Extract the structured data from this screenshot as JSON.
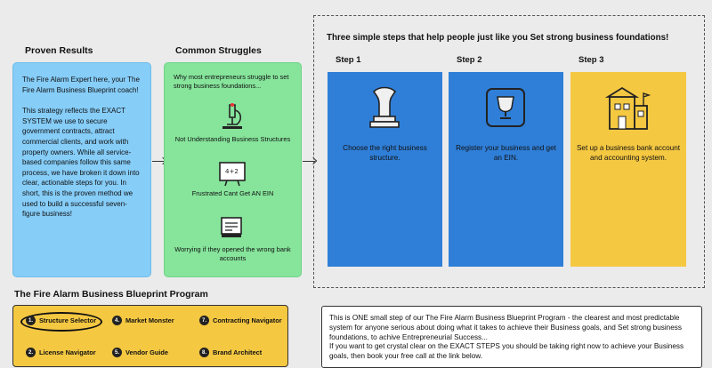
{
  "proven_results": {
    "heading": "Proven Results",
    "intro": "The Fire Alarm Expert here, your The Fire Alarm Business Blueprint coach!",
    "body": "This strategy reflects the EXACT SYSTEM we use to secure government contracts, attract commercial clients, and work with property owners. While all service-based companies follow this same  process, we have broken it down into clear, actionable steps for you. In short, this is the proven method we used to build a successful seven-figure business!"
  },
  "common_struggles": {
    "heading": "Common Struggles",
    "intro": "Why most entrepreneurs struggle to set strong business foundations...",
    "items": [
      {
        "label": "Not Understanding Business Structures",
        "icon": "microscope-icon"
      },
      {
        "label": "Frustrated Cant Get AN EIN",
        "icon": "math-board-icon"
      },
      {
        "label": "Worrying if they opened the wrong bank accounts",
        "icon": "documents-icon"
      }
    ]
  },
  "steps_section": {
    "heading": "Three simple steps that help people just like you Set strong business foundations!",
    "steps": [
      {
        "label": "Step 1",
        "text": "Choose the right business structure.",
        "color": "#2f7fd8",
        "icon": "sculpture-icon"
      },
      {
        "label": "Step 2",
        "text": "Register your business and get an EIN.",
        "color": "#2f7fd8",
        "icon": "trophy-icon"
      },
      {
        "label": "Step 3",
        "text": "Set up a business bank account and accounting system.",
        "color": "#f5c842",
        "icon": "building-icon"
      }
    ]
  },
  "program": {
    "heading": "The Fire Alarm Business Blueprint Program",
    "modules": [
      {
        "num": "1.",
        "label": "Structure Selector"
      },
      {
        "num": "4.",
        "label": "Market Monster"
      },
      {
        "num": "7.",
        "label": "Contracting Navigator"
      },
      {
        "num": "2.",
        "label": "License Navigator"
      },
      {
        "num": "5.",
        "label": "Vendor Guide"
      },
      {
        "num": "8.",
        "label": "Brand Architect"
      }
    ]
  },
  "info": {
    "line1": "This is ONE small step of our The Fire Alarm Business Blueprint Program - the clearest and most predictable system for anyone serious about doing what it takes to achieve their Business goals, and Set strong business foundations, to achive Entrepreneurial Success...",
    "line2": "If you want to get crystal clear on the EXACT STEPS you should be taking right now to achieve your Business goals, then book your free call at the link below."
  },
  "colors": {
    "blue_card": "#86cdf8",
    "green_card": "#86e49b",
    "step_blue": "#2f7fd8",
    "step_yellow": "#f5c842"
  }
}
